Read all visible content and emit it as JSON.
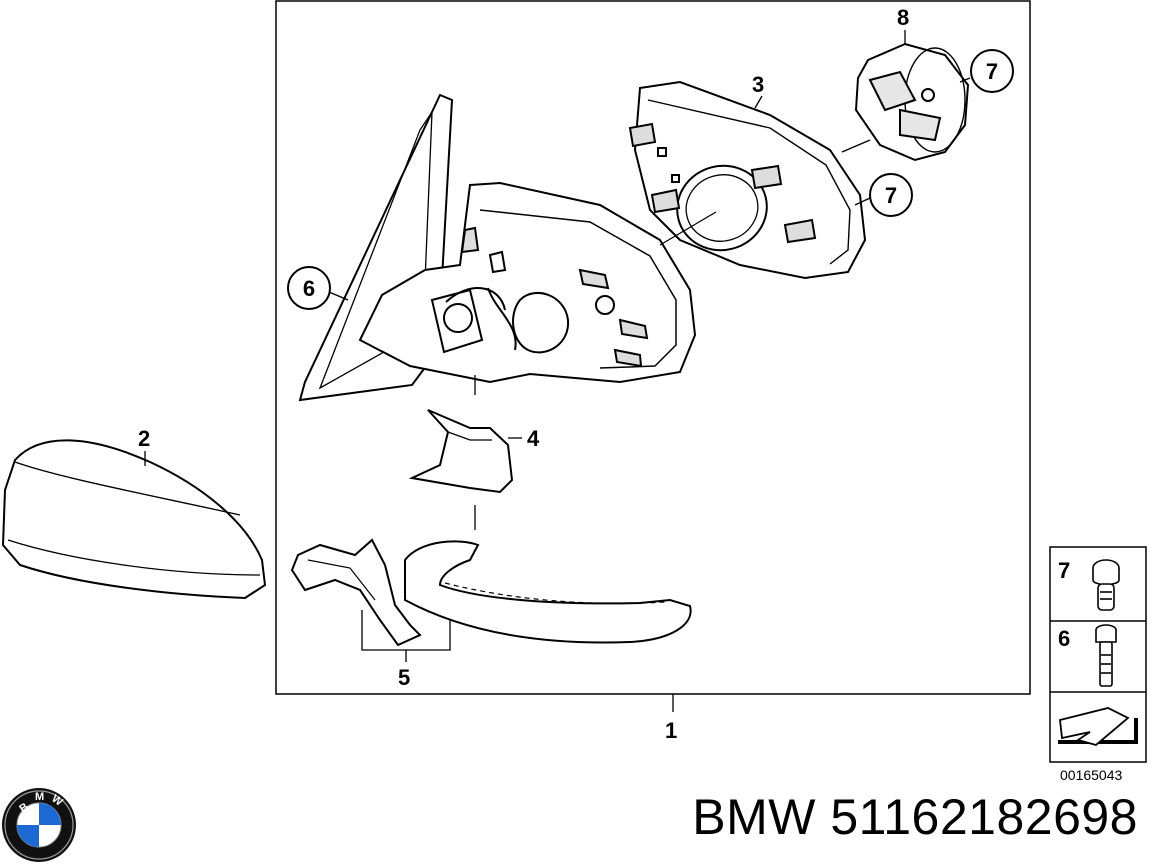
{
  "diagram": {
    "callouts": {
      "c1": "1",
      "c2": "2",
      "c3": "3",
      "c4": "4",
      "c5": "5",
      "c6": "6",
      "c7a": "7",
      "c7b": "7",
      "c8": "8"
    },
    "legend": {
      "row1": "7",
      "row2": "6"
    },
    "figure_code": "00165043"
  },
  "footer": {
    "logo_text": "BMW",
    "part_number": "BMW 51162182698"
  }
}
